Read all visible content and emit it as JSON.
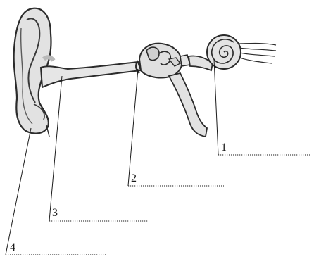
{
  "labels": [
    {
      "id": "1",
      "text": "1"
    },
    {
      "id": "2",
      "text": "2"
    },
    {
      "id": "3",
      "text": "3"
    },
    {
      "id": "4",
      "text": "4"
    }
  ],
  "colors": {
    "tissue_fill": "#e3e3e3",
    "tissue_shade": "#c9c9c9",
    "outline": "#2b2b2b"
  },
  "icons": [
    "ear-pinna-icon",
    "ear-canal-icon",
    "eardrum-icon",
    "ossicles-icon",
    "cochlea-icon",
    "auditory-nerve-icon"
  ]
}
